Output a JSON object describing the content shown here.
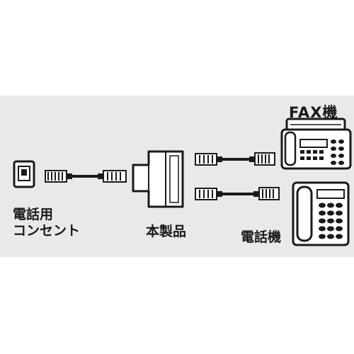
{
  "labels": {
    "outlet_line1": "電話用",
    "outlet_line2": "コンセント",
    "product": "本製品",
    "fax": "FAX機",
    "phone": "電話機"
  },
  "icons": [
    "wall-outlet-icon",
    "modular-plug-icon",
    "splitter-adapter-icon",
    "fax-machine-icon",
    "telephone-icon"
  ],
  "colors": {
    "panel": "#e9e9e7",
    "ink": "#1a1a1a",
    "device": "#ffffff"
  }
}
